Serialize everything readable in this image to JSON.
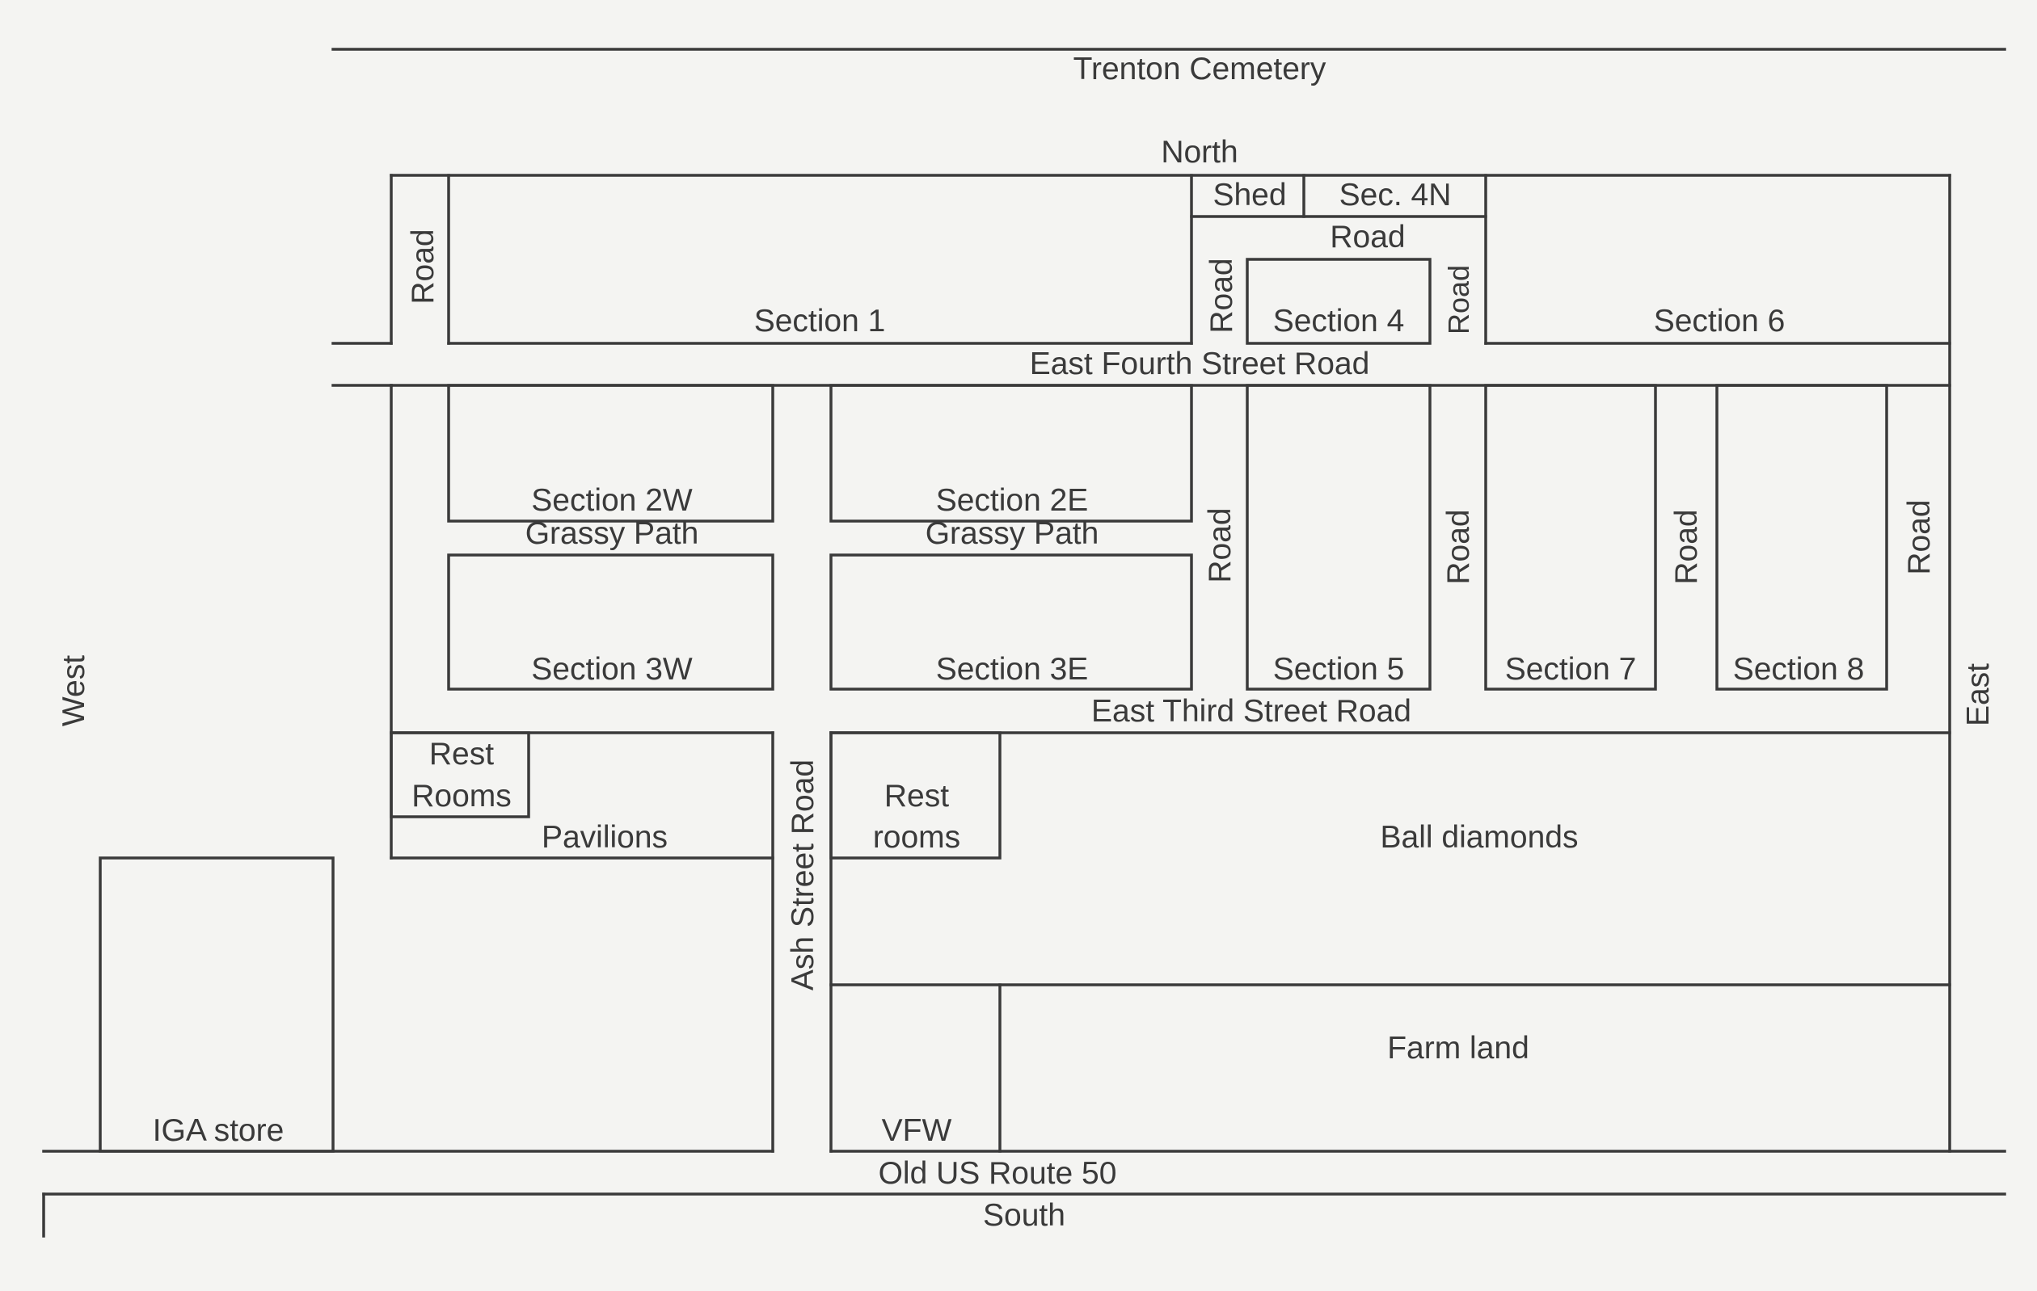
{
  "map": {
    "title": "Trenton Cemetery",
    "compass": {
      "north": "North",
      "south": "South",
      "east": "East",
      "west": "West"
    },
    "roads": {
      "east_fourth": "East Fourth Street Road",
      "east_third": "East Third Street Road",
      "ash_street": "Ash Street Road",
      "route_50": "Old US Route 50",
      "generic": "Road"
    },
    "sections": {
      "s1": "Section 1",
      "s2w": "Section 2W",
      "s2e": "Section 2E",
      "s3w": "Section 3W",
      "s3e": "Section 3E",
      "s4": "Section 4",
      "s4n": "Sec. 4N",
      "s5": "Section 5",
      "s6": "Section 6",
      "s7": "Section 7",
      "s8": "Section 8"
    },
    "paths": {
      "grassy": "Grassy Path"
    },
    "places": {
      "shed": "Shed",
      "rest_rooms_w_line1": "Rest",
      "rest_rooms_w_line2": "Rooms",
      "rest_rooms_e_line1": "Rest",
      "rest_rooms_e_line2": "rooms",
      "pavilions": "Pavilions",
      "ball_diamonds": "Ball diamonds",
      "farm_land": "Farm land",
      "vfw": "VFW",
      "iga": "IGA store"
    }
  }
}
